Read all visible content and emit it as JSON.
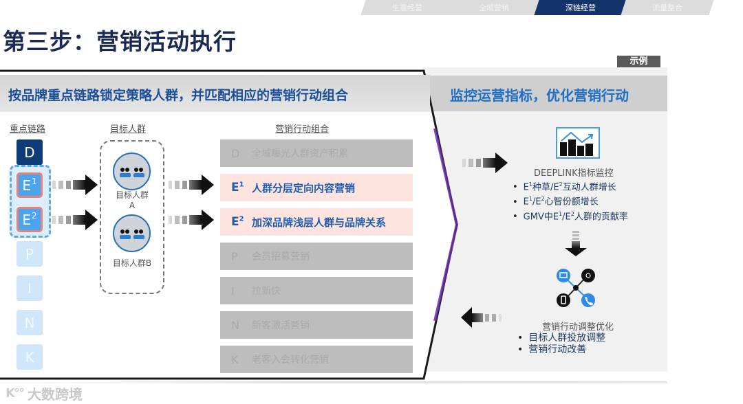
{
  "nav": {
    "tabs": [
      {
        "label": "生意经营",
        "active": false
      },
      {
        "label": "全域营销",
        "active": false
      },
      {
        "label": "深链经营",
        "active": true
      },
      {
        "label": "流量整合",
        "active": false
      }
    ]
  },
  "page_title": "第三步：营销活动执行",
  "example_badge": "示例",
  "left_panel": {
    "header": "按品牌重点链路锁定策略人群，并匹配相应的营销行动组合",
    "col_labels": {
      "links": "重点链路",
      "audiences": "目标人群",
      "actions": "营销行动组合"
    },
    "links": [
      {
        "letter": "D",
        "sup": "",
        "state": "dark"
      },
      {
        "letter": "E",
        "sup": "1",
        "state": "highlight"
      },
      {
        "letter": "E",
        "sup": "2",
        "state": "highlight"
      },
      {
        "letter": "P",
        "sup": "",
        "state": "faded"
      },
      {
        "letter": "I",
        "sup": "",
        "state": "faded"
      },
      {
        "letter": "N",
        "sup": "",
        "state": "faded"
      },
      {
        "letter": "K",
        "sup": "",
        "state": "faded"
      }
    ],
    "audiences": [
      {
        "label": "目标人群A",
        "label_line1": "目标人群",
        "label_line2": "A"
      },
      {
        "label": "目标人群B"
      }
    ],
    "actions": [
      {
        "code": "D",
        "sup": "",
        "text": "全域曝光人群资产积累",
        "state": "grey"
      },
      {
        "code": "E",
        "sup": "1",
        "text": "人群分层定向内容营销",
        "state": "pink"
      },
      {
        "code": "E",
        "sup": "2",
        "text": "加深品牌浅层人群与品牌关系",
        "state": "pink"
      },
      {
        "code": "P",
        "sup": "",
        "text": "会员招募营销",
        "state": "grey"
      },
      {
        "code": "I",
        "sup": "",
        "text": "拉新快",
        "state": "grey"
      },
      {
        "code": "N",
        "sup": "",
        "text": "新客激活营销",
        "state": "grey"
      },
      {
        "code": "K",
        "sup": "",
        "text": "老客入会转化营销",
        "state": "grey"
      }
    ]
  },
  "right_panel": {
    "header": "监控运营指标，优化营销行动",
    "monitor": {
      "title": "DEEPLINK指标监控",
      "items": [
        {
          "pre": "E",
          "s1": "1",
          "mid": "种草/E",
          "s2": "2",
          "post": "互动人群增长"
        },
        {
          "pre": "E",
          "s1": "1",
          "mid": "/E",
          "s2": "2",
          "post": "心智份额增长"
        },
        {
          "pre": "GMV中E",
          "s1": "1",
          "mid": "/E",
          "s2": "2",
          "post": "人群的贡献率"
        }
      ]
    },
    "optimize": {
      "title": "营销行动调整优化",
      "items": [
        "目标人群投放调整",
        "营销行动改善"
      ]
    }
  },
  "watermark": {
    "logo": "K°°",
    "text": "大数跨境"
  },
  "colors": {
    "nav_active": "#15336b",
    "nav_inactive": "#dcdcdc",
    "title": "#1a2a54",
    "header_blue": "#1a4f98",
    "right_header_blue": "#1f6fc4",
    "link_dark": "#0f3c78",
    "link_highlight": "#4ba4ee",
    "link_border": "#e2847a",
    "action_pink": "#fde4df",
    "action_grey": "#bdbdbd",
    "chevron_accent": "#6b2fa8"
  }
}
